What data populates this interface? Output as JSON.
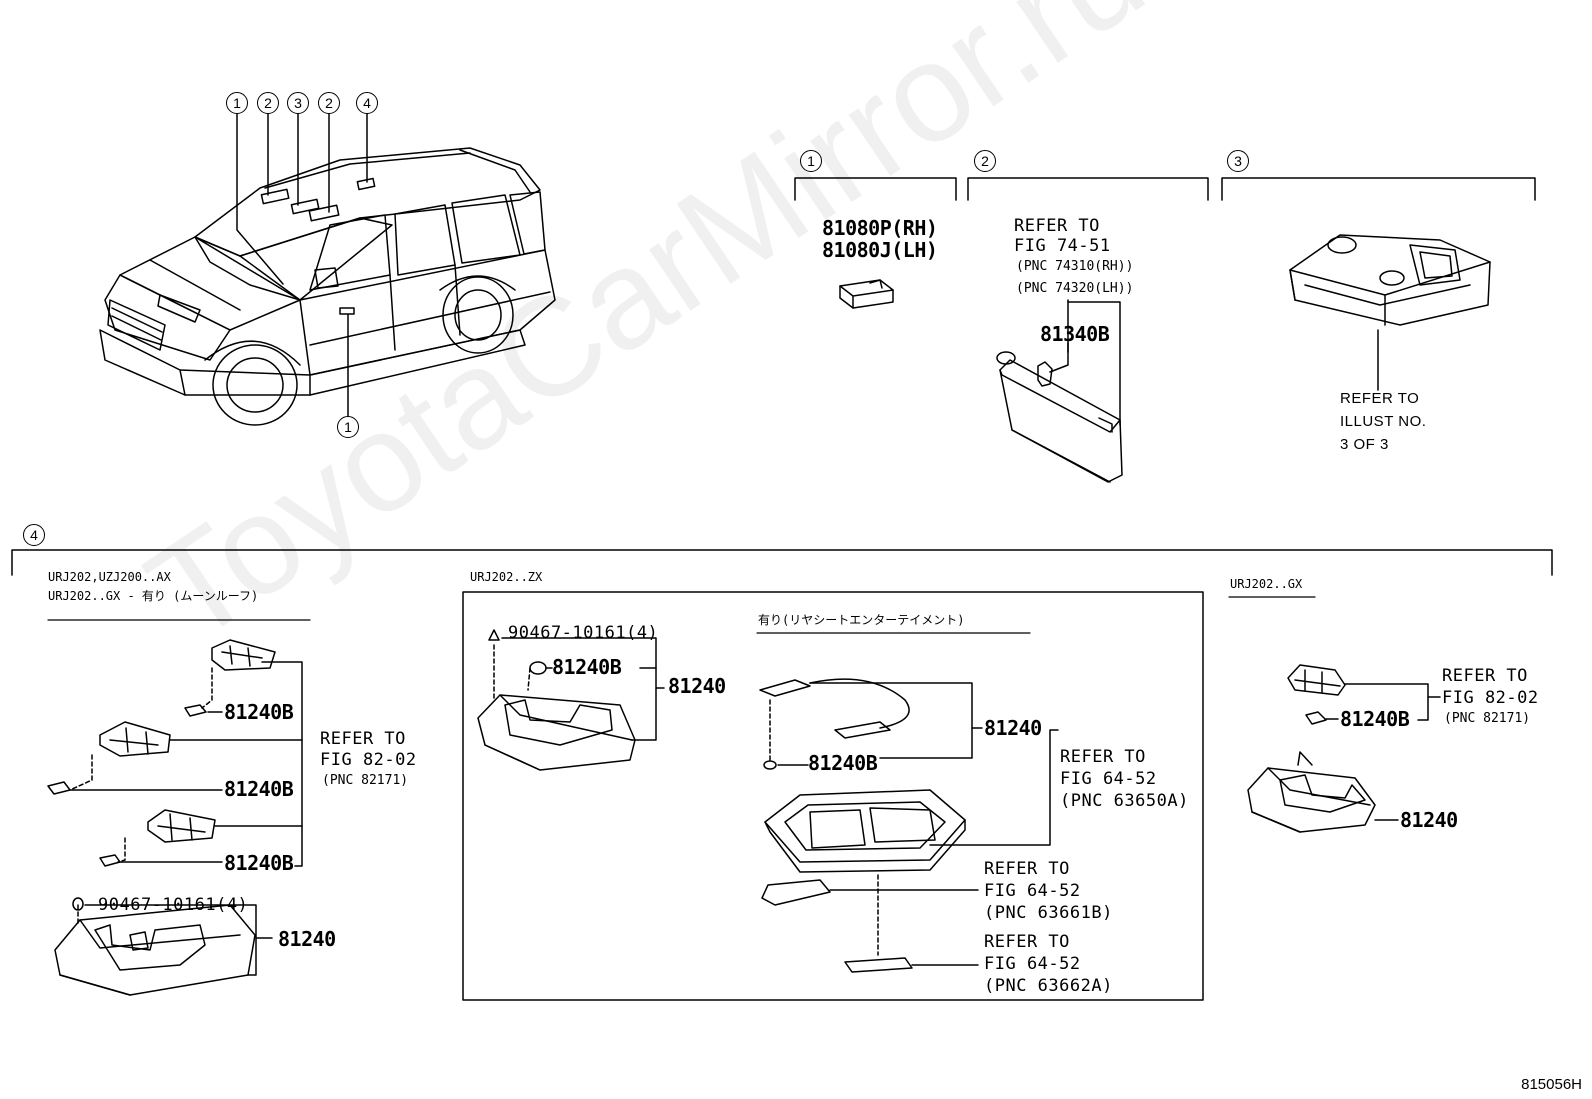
{
  "watermark": "ToyotaCarMirror.ru",
  "document_id": "815056H",
  "callouts": {
    "car_top": [
      "1",
      "2",
      "3",
      "2",
      "4"
    ],
    "car_bottom": "1",
    "sec1": "1",
    "sec2": "2",
    "sec3": "3",
    "sec4": "4"
  },
  "section1": {
    "pn_rh": "81080P(RH)",
    "pn_lh": "81080J(LH)"
  },
  "section2": {
    "refer1": "REFER TO",
    "refer2": "FIG 74-51",
    "pnc1": "(PNC 74310(RH))",
    "pnc2": "(PNC 74320(LH))",
    "bulb": "81340B"
  },
  "section3": {
    "line1": "REFER TO",
    "line2": "ILLUST NO.",
    "line3": "3 OF 3"
  },
  "section4": {
    "groupA": {
      "cond1": "URJ202,UZJ200..AX",
      "cond2": "URJ202..GX - 有り (ムーンルーフ)",
      "bulbs": [
        "81240B",
        "81240B",
        "81240B"
      ],
      "refer1": "REFER TO",
      "refer2": "FIG 82-02",
      "pnc": "(PNC 82171)",
      "screw": "90467-10161(4)",
      "lamp": "81240"
    },
    "groupB": {
      "cond": "URJ202..ZX",
      "screw": "90467-10161(4)",
      "bulb": "81240B",
      "lamp": "81240",
      "option": "有り(リヤシートエンターテイメント)",
      "opt_lamp": "81240",
      "opt_bulb": "81240B",
      "ref_a": {
        "l1": "REFER TO",
        "l2": "FIG 64-52",
        "l3": "(PNC 63650A)"
      },
      "ref_b": {
        "l1": "REFER TO",
        "l2": "FIG 64-52",
        "l3": "(PNC 63661B)"
      },
      "ref_c": {
        "l1": "REFER TO",
        "l2": "FIG 64-52",
        "l3": "(PNC 63662A)"
      }
    },
    "groupC": {
      "cond": "URJ202..GX",
      "refer1": "REFER TO",
      "refer2": "FIG 82-02",
      "pnc": "(PNC 82171)",
      "bulb": "81240B",
      "lamp": "81240"
    }
  }
}
